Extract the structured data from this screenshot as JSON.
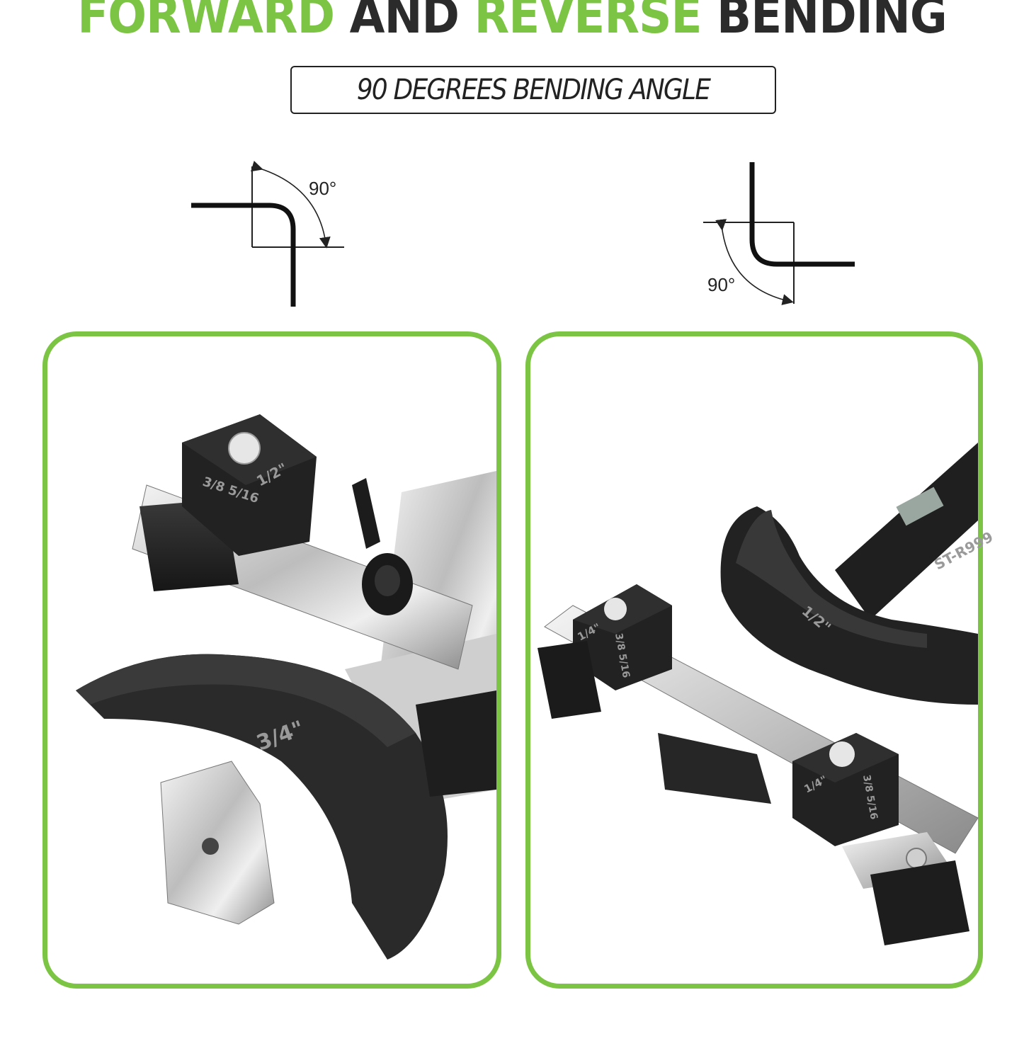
{
  "headline": {
    "word1": "FORWARD",
    "word2": "AND",
    "word3": "REVERSE",
    "word4": "BENDING"
  },
  "subtitle": "90 DEGREES BENDING ANGLE",
  "diagrams": {
    "forward_angle": "90°",
    "reverse_angle": "90°"
  },
  "photos": {
    "forward": {
      "block_marks": [
        "3/8 5/16",
        "1/2\""
      ],
      "die_mark": "3/4\""
    },
    "reverse": {
      "block_marks_top": [
        "1/4\"",
        "3/8 5/16"
      ],
      "block_marks_bottom": [
        "1/4\"",
        "3/8 5/16"
      ],
      "die_mark": "1/2\"",
      "model": "ST-R999"
    }
  },
  "colors": {
    "accent": "#7cc544",
    "dark": "#2b2b2b"
  }
}
